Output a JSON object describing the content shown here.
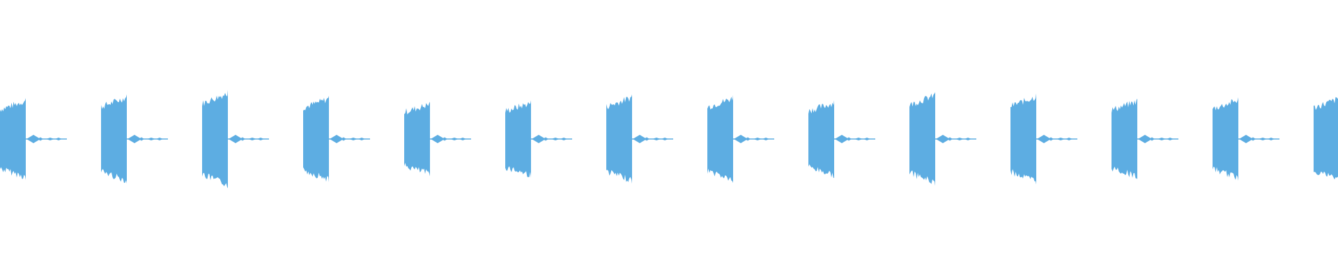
{
  "waveform": {
    "color": "#5dade2",
    "background": "#ffffff",
    "bursts": [
      {
        "peak": 0.55,
        "trail": 1
      },
      {
        "peak": 0.6,
        "trail": 2
      },
      {
        "peak": 0.66,
        "trail": 3
      },
      {
        "peak": 0.58,
        "trail": 4
      },
      {
        "peak": 0.5,
        "trail": 5
      },
      {
        "peak": 0.52,
        "trail": 6
      },
      {
        "peak": 0.6,
        "trail": 7
      },
      {
        "peak": 0.59,
        "trail": 8
      },
      {
        "peak": 0.52,
        "trail": 9
      },
      {
        "peak": 0.63,
        "trail": 10
      },
      {
        "peak": 0.61,
        "trail": 11
      },
      {
        "peak": 0.54,
        "trail": 12
      },
      {
        "peak": 0.56,
        "trail": 13
      },
      {
        "peak": 0.58,
        "trail": 14
      }
    ]
  }
}
